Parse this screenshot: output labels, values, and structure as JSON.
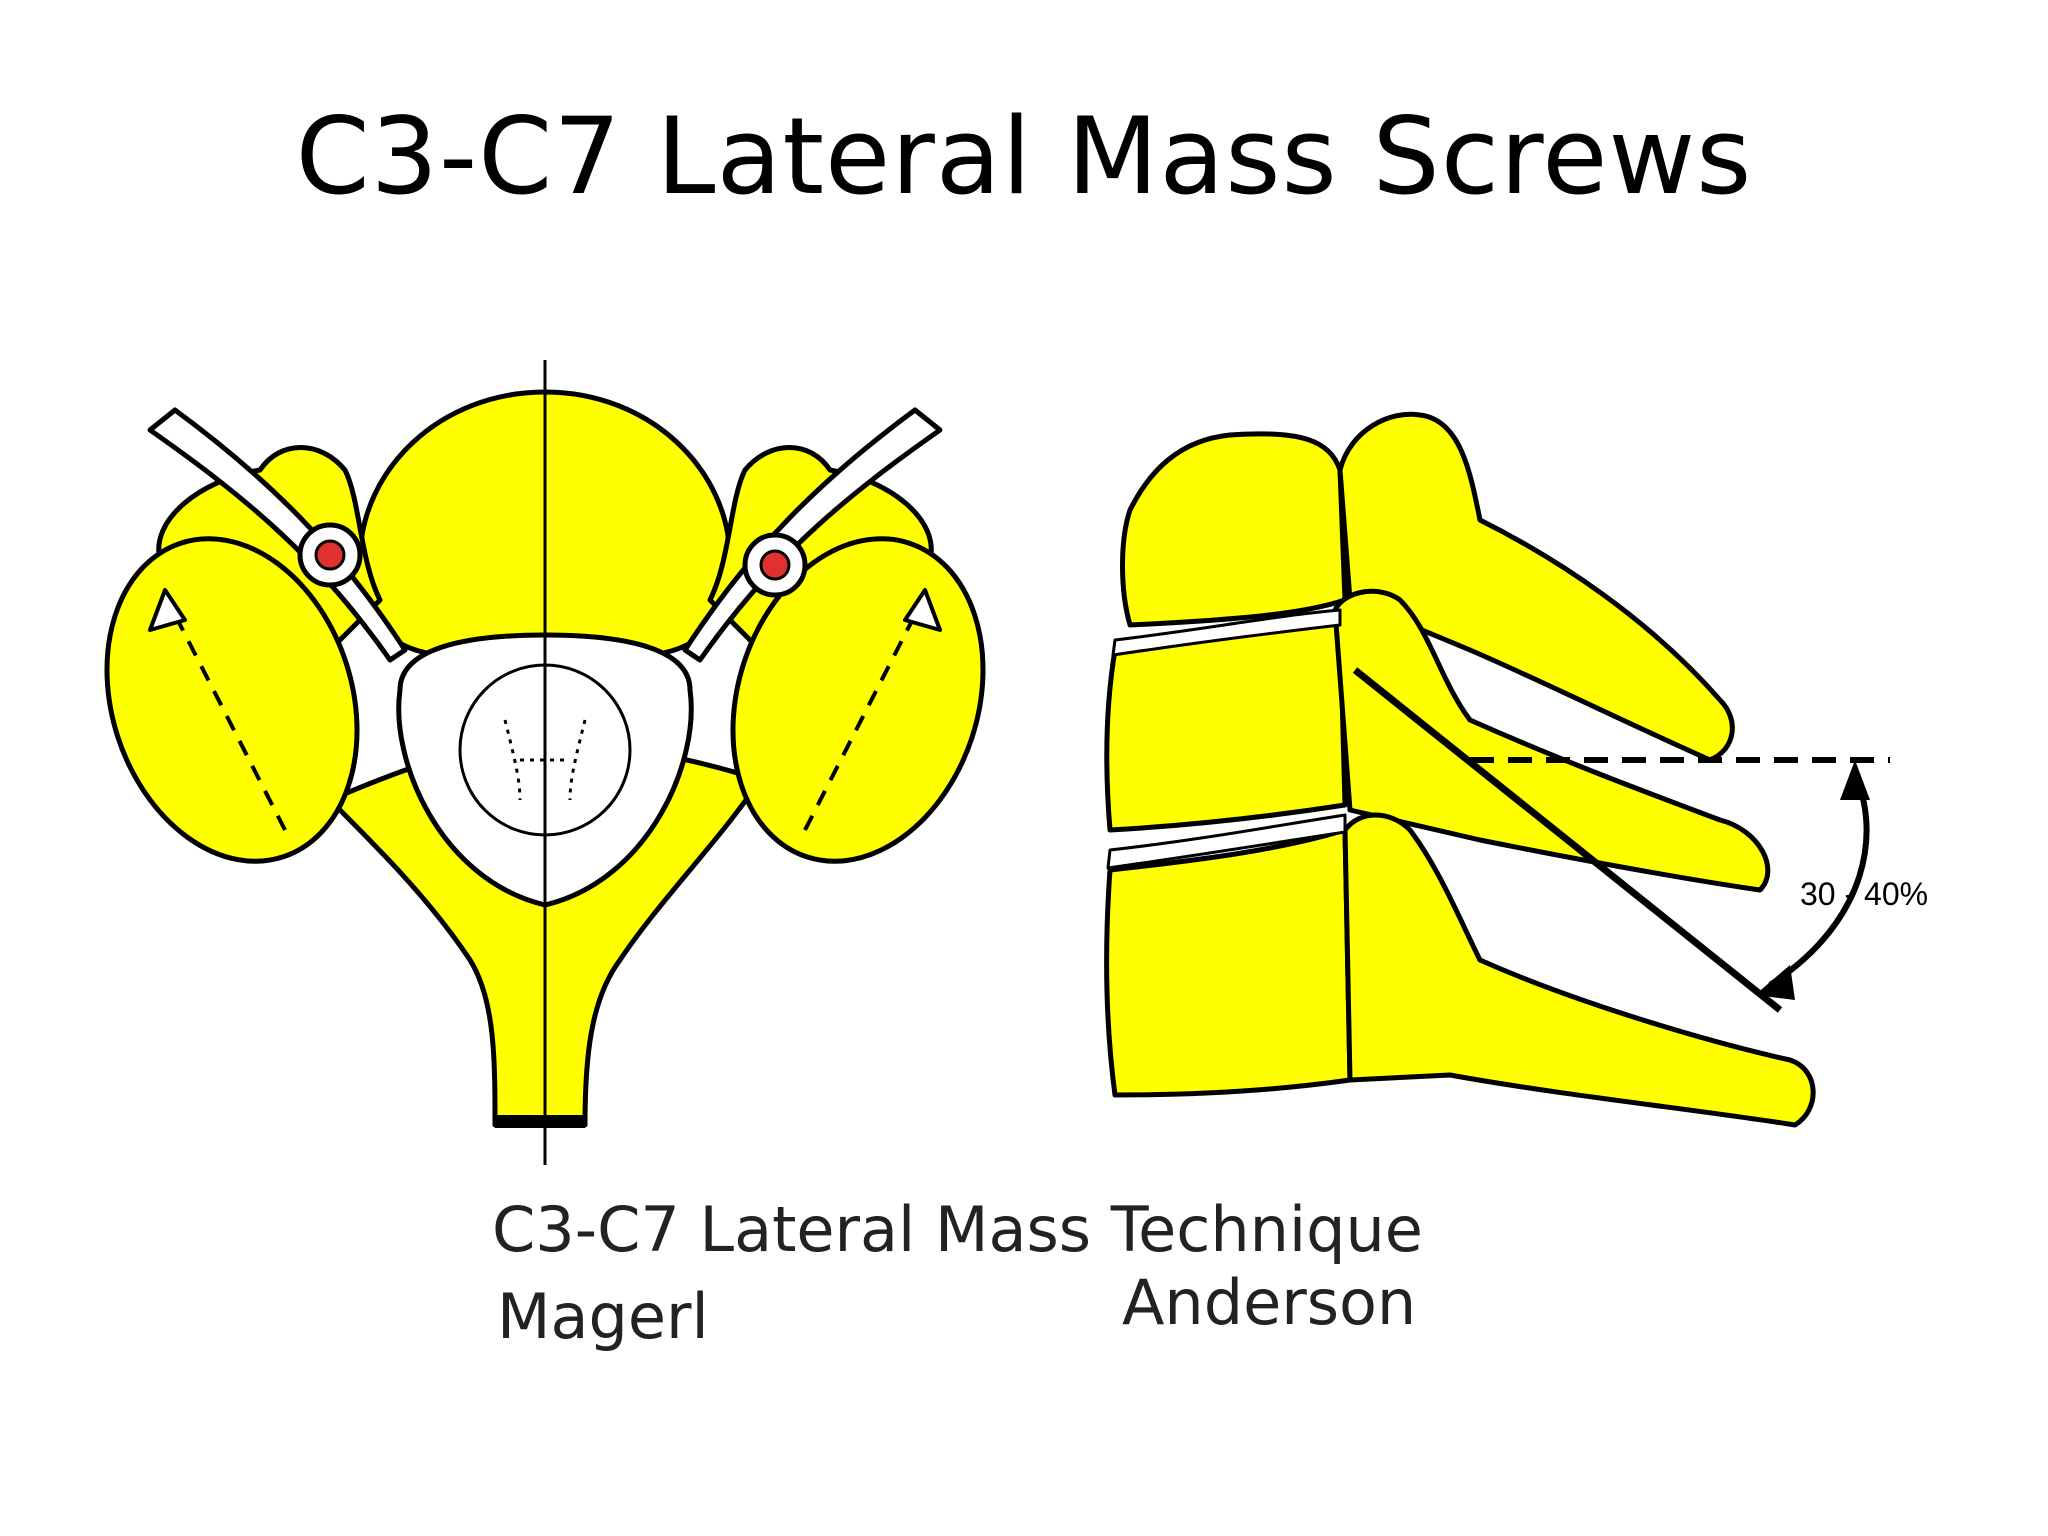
{
  "slide": {
    "title": "C3-C7 Lateral Mass Screws"
  },
  "figure": {
    "angle_label": "30 - 40%",
    "caption_technique": "C3-C7 Lateral Mass Technique",
    "caption_magerl": "Magerl",
    "caption_anderson": "Anderson"
  },
  "colors": {
    "bone": "#ffff00",
    "outline": "#000000",
    "artery": "#e03030",
    "background": "#ffffff"
  }
}
